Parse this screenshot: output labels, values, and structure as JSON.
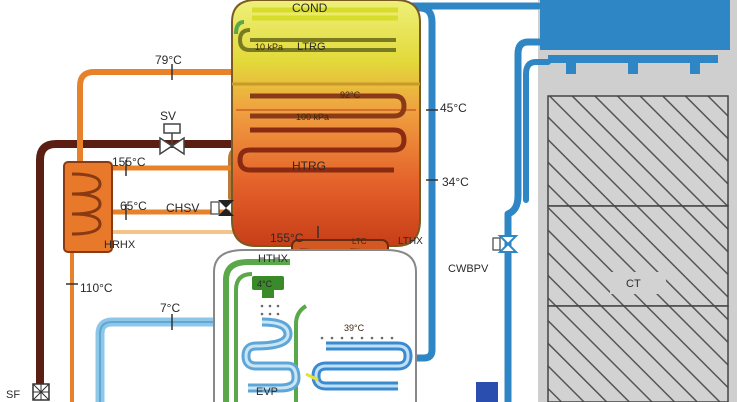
{
  "labels": {
    "cond": "COND",
    "ltrg": "LTRG",
    "ltrg_pressure": "10 kPa",
    "t79": "79°C",
    "sv": "SV",
    "t92": "92°C",
    "htrg_pressure": "100 kPa",
    "t45": "45°C",
    "t155_top": "155°C",
    "htrg": "HTRG",
    "t34": "34°C",
    "t65": "65°C",
    "chsv": "CHSV",
    "hrhx": "HRHX",
    "t155_mid": "155°C",
    "hthx": "HTHX",
    "ltc": "LTC",
    "lthx": "LTHX",
    "cwbpv": "CWBPV",
    "t4": "4°C",
    "t110": "110°C",
    "t7": "7°C",
    "t39": "39°C",
    "evp": "EVP",
    "sf": "SF",
    "ct": "CT"
  },
  "colors": {
    "water_blue": "#2f86c4",
    "light_blue": "#8cc6e8",
    "exhaust_dark": "#5a1e12",
    "hot_orange": "#e8822a",
    "htrg_red": "#d2461c",
    "ltrg_yellow": "#e4e13a",
    "chilled_green": "#5aa84a",
    "tower_grey": "#bdbdbd"
  }
}
